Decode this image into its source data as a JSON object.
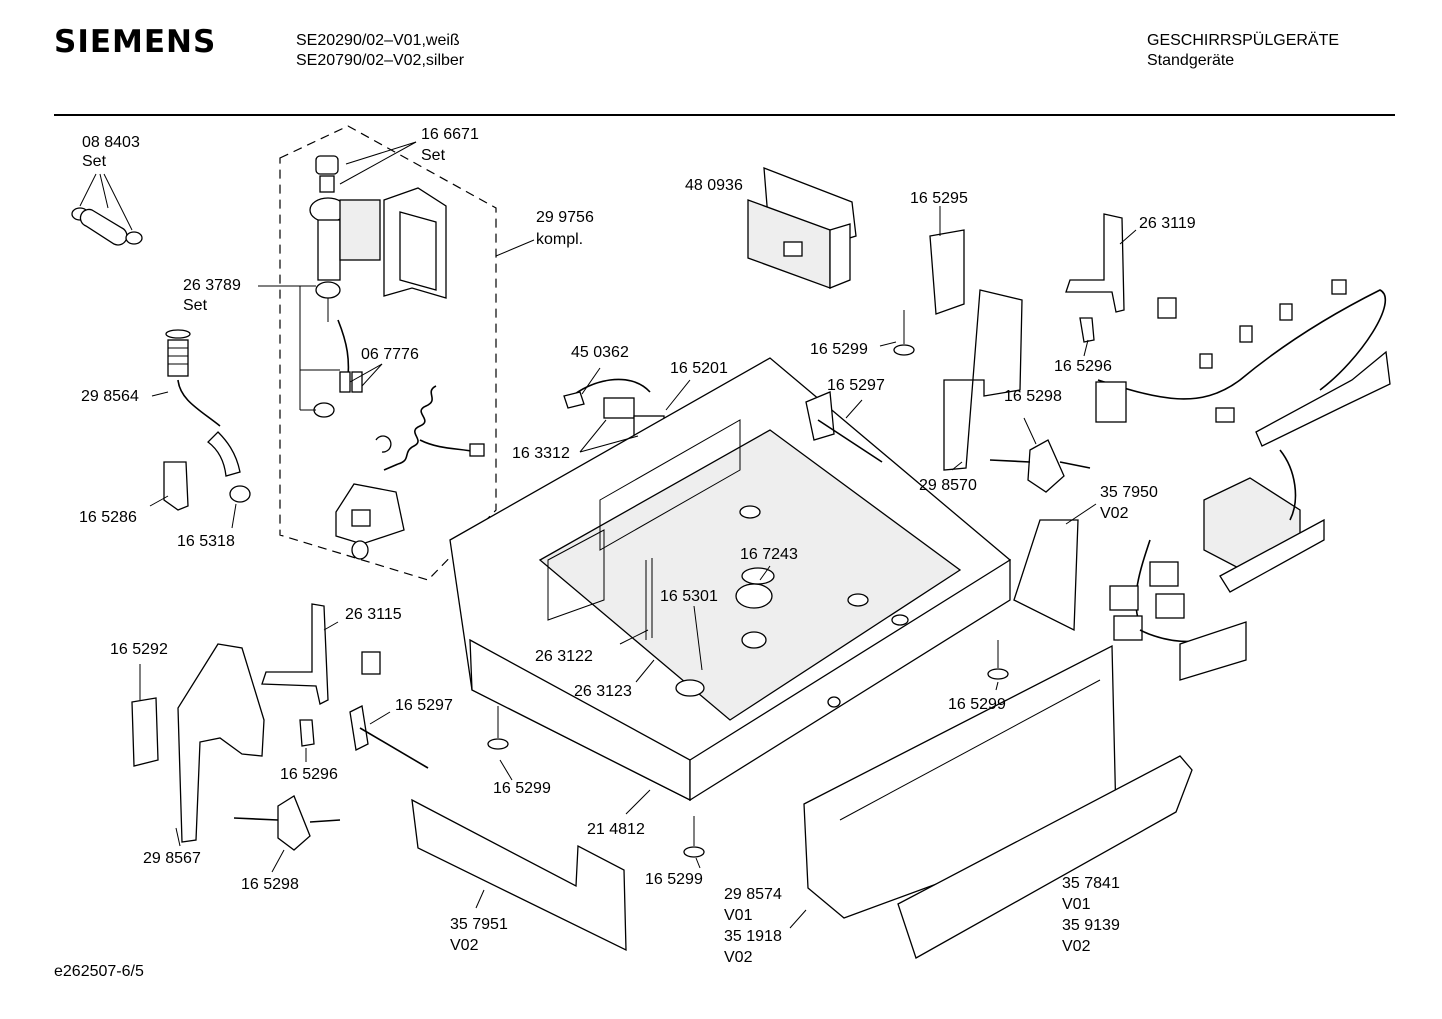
{
  "header": {
    "brand": "SIEMENS",
    "model_line_1": "SE20290/02–V01,weiß",
    "model_line_2": "SE20790/02–V02,silber",
    "category_line_1": "GESCHIRRSPÜLGERÄTE",
    "category_line_2": "Standgeräte"
  },
  "footer": {
    "doc_id": "e262507-6/5"
  },
  "labels": {
    "l088403": "08 8403",
    "l088403_set": "Set",
    "l166671": "16 6671",
    "l166671_set": "Set",
    "l299756": "29 9756",
    "l299756_kompl": "kompl.",
    "l263789": "26 3789",
    "l263789_set": "Set",
    "l067776": "06 7776",
    "l298564": "29 8564",
    "l165286": "16 5286",
    "l165318": "16 5318",
    "l480936": "48 0936",
    "l450362": "45 0362",
    "l165201": "16 5201",
    "l163312": "16 3312",
    "l165295": "16 5295",
    "l263119": "26 3119",
    "l165299_a": "16 5299",
    "l165297_a": "16 5297",
    "l165296_a": "16 5296",
    "l165298_a": "16 5298",
    "l298570": "29 8570",
    "l357950": "35 7950",
    "l357950_v": "V02",
    "l167243": "16 7243",
    "l165301": "16 5301",
    "l263115": "26 3115",
    "l165292": "16 5292",
    "l263122": "26 3122",
    "l263123": "26 3123",
    "l165297_b": "16 5297",
    "l165296_b": "16 5296",
    "l165299_b": "16 5299",
    "l165299_c": "16 5299",
    "l165299_d": "16 5299",
    "l214812": "21 4812",
    "l298567": "29 8567",
    "l165298_b": "16 5298",
    "l357951": "35 7951",
    "l357951_v": "V02",
    "l298574": "29 8574",
    "l298574_v": "V01",
    "l351918": "35 1918",
    "l351918_v": "V02",
    "l357841": "35 7841",
    "l357841_v": "V01",
    "l359139": "35 9139",
    "l359139_v": "V02"
  }
}
